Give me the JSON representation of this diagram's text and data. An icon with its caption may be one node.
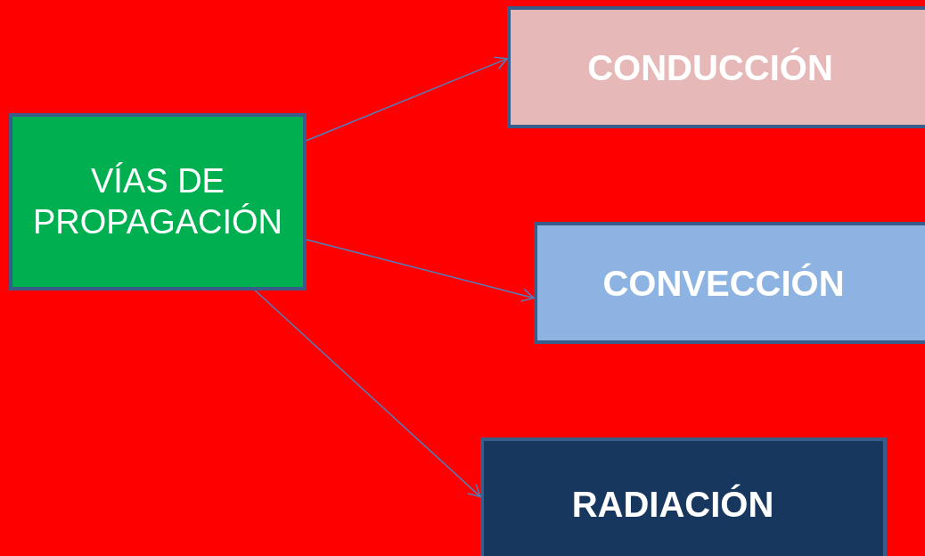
{
  "diagram": {
    "nodes": [
      {
        "text": [
          "VÍAS DE PROPAGACIÓN"
        ]
      },
      {
        "text": [
          "CONDUCCIÓN"
        ]
      },
      {
        "text": [
          "CONVECCIÓN"
        ]
      },
      {
        "text": [
          "RADIACIÓN"
        ]
      }
    ],
    "edges": [
      {
        "from": 0,
        "to": 1,
        "arrow": "to"
      },
      {
        "from": 0,
        "to": 2,
        "arrow": "to"
      },
      {
        "from": 0,
        "to": 3,
        "arrow": "to"
      }
    ]
  }
}
